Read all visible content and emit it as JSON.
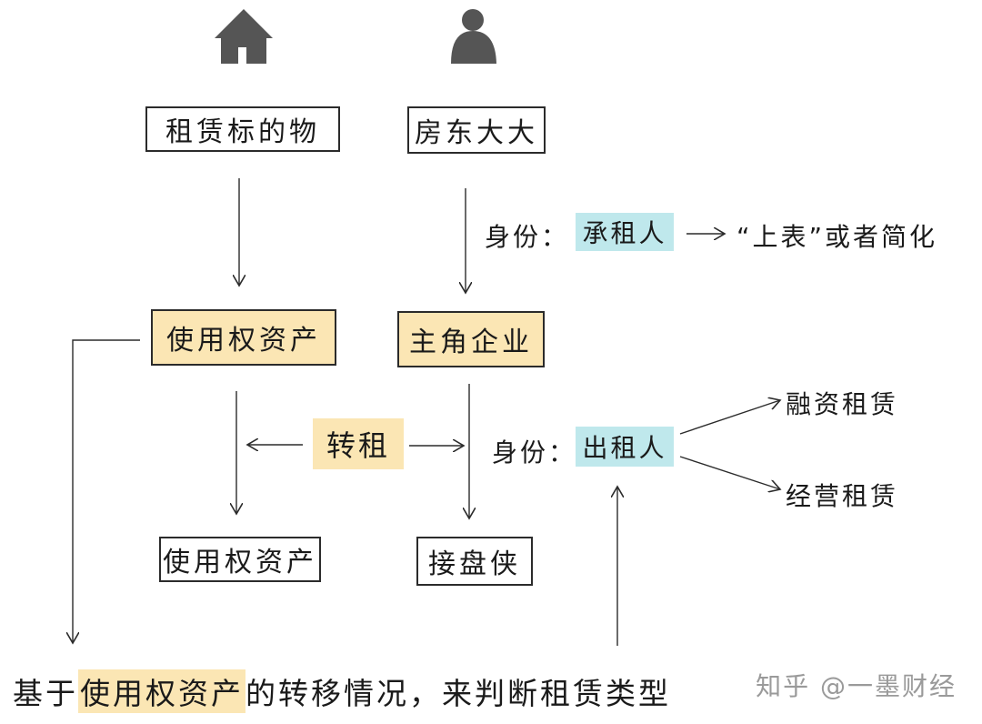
{
  "icons": {
    "house": "house-icon",
    "person": "person-icon"
  },
  "colors": {
    "yellow": "#fbe6b4",
    "blue": "#bfe8ec",
    "line": "#2b2b2b"
  },
  "boxes": {
    "subject": "租赁标的物",
    "landlord": "房东大大",
    "use_right_1": "使用权资产",
    "main_company": "主角企业",
    "use_right_2": "使用权资产",
    "successor": "接盘侠"
  },
  "labels": {
    "identity_1_prefix": "身份：",
    "identity_1_role": "承租人",
    "identity_1_result": "“上表”或者简化",
    "sublease": "转租",
    "identity_2_prefix": "身份：",
    "identity_2_role": "出租人",
    "finance_lease": "融资租赁",
    "operating_lease": "经营租赁"
  },
  "bottom": {
    "prefix": "基于",
    "highlight": "使用权资产",
    "suffix": "的转移情况，来判断租赁类型"
  },
  "watermark": "知乎 @一墨财经"
}
